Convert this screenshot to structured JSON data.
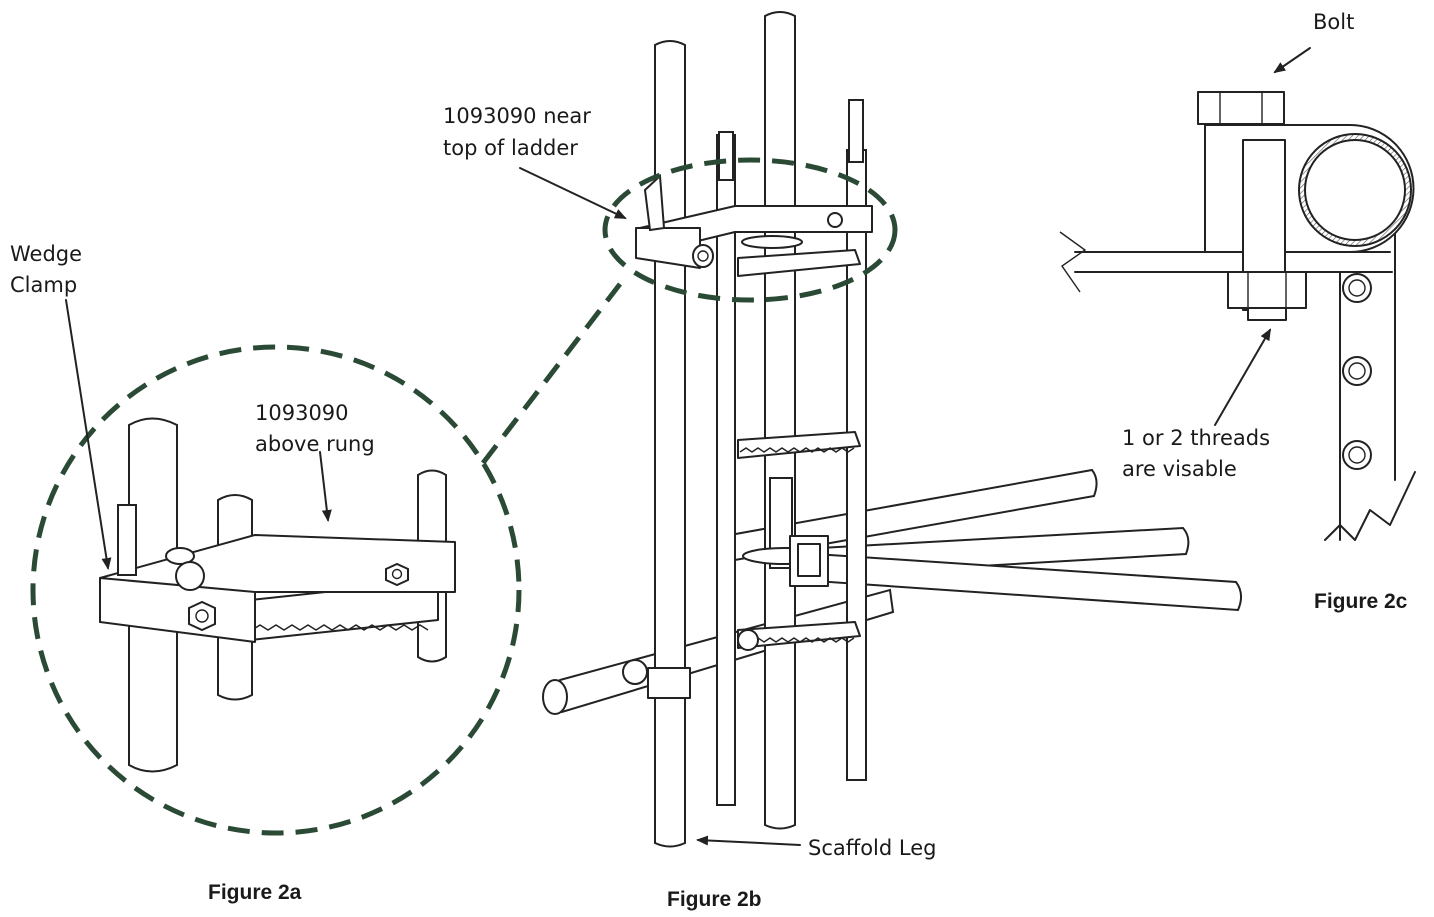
{
  "figure": {
    "labels": {
      "bolt": "Bolt",
      "near_top_line1": "1093090 near",
      "near_top_line2": "top of ladder",
      "wedge_clamp_line1": "Wedge",
      "wedge_clamp_line2": "Clamp",
      "above_rung_line1": "1093090",
      "above_rung_line2": "above rung",
      "threads_line1": "1 or 2 threads",
      "threads_line2": "are visable",
      "scaffold_leg": "Scaffold Leg"
    },
    "captions": {
      "fig_2a": "Figure 2a",
      "fig_2b": "Figure 2b",
      "fig_2c": "Figure 2c"
    },
    "colors": {
      "callout_dash": "#2a4a36",
      "line": "#222222"
    }
  }
}
